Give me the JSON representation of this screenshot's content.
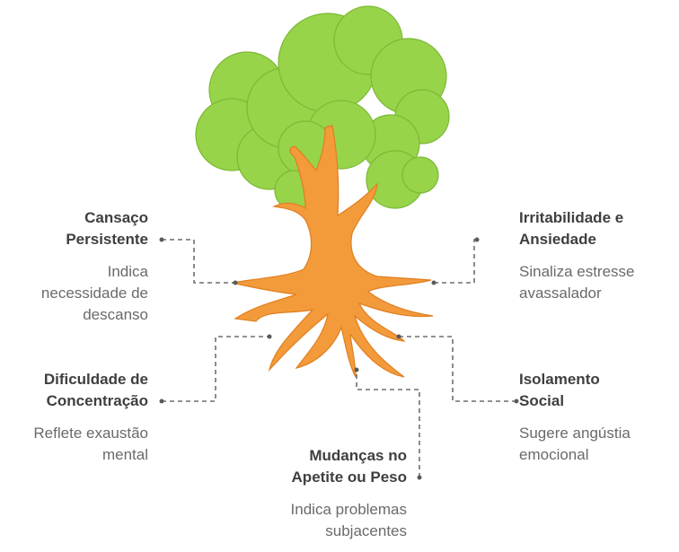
{
  "colors": {
    "foliage": "#97d44a",
    "foliage_stroke": "#7cb835",
    "trunk": "#f39a3b",
    "trunk_stroke": "#e07f1f",
    "connector": "#6e6e6e",
    "title_text": "#3f3f3f",
    "desc_text": "#6a6a6a"
  },
  "items": [
    {
      "title_l1": "Cansaço",
      "title_l2": "Persistente",
      "desc_l1": "Indica",
      "desc_l2": "necessidade de",
      "desc_l3": "descanso"
    },
    {
      "title_l1": "Irritabilidade e",
      "title_l2": "Ansiedade",
      "desc_l1": "Sinaliza estresse",
      "desc_l2": "avassalador"
    },
    {
      "title_l1": "Dificuldade de",
      "title_l2": "Concentração",
      "desc_l1": "Reflete exaustão",
      "desc_l2": "mental"
    },
    {
      "title_l1": "Isolamento",
      "title_l2": "Social",
      "desc_l1": "Sugere angústia",
      "desc_l2": "emocional"
    },
    {
      "title_l1": "Mudanças no",
      "title_l2": "Apetite ou Peso",
      "desc_l1": "Indica problemas",
      "desc_l2": "subjacentes"
    }
  ]
}
